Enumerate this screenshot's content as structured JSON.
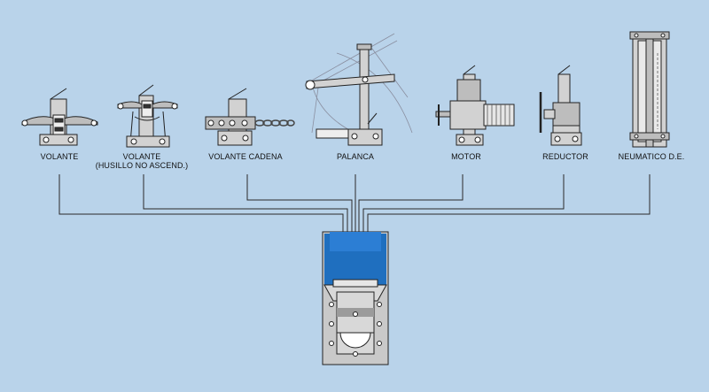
{
  "actuators": [
    {
      "id": "volante",
      "label": "VOLANTE",
      "sublabel": ""
    },
    {
      "id": "volante-husillo",
      "label": "VOLANTE",
      "sublabel": "(HUSILLO NO ASCEND.)"
    },
    {
      "id": "volante-cadena",
      "label": "VOLANTE CADENA",
      "sublabel": ""
    },
    {
      "id": "palanca",
      "label": "PALANCA",
      "sublabel": ""
    },
    {
      "id": "motor",
      "label": "MOTOR",
      "sublabel": ""
    },
    {
      "id": "reductor",
      "label": "REDUCTOR",
      "sublabel": ""
    },
    {
      "id": "neumatico",
      "label": "NEUMATICO D.E.",
      "sublabel": ""
    }
  ],
  "colors": {
    "background": "#b9d3ea",
    "connector_line": "#2a2a2a",
    "valve_blue": "#1f6fbf",
    "valve_body": "#c9c9c9",
    "metal": "#d2d2d2",
    "outline": "#222222"
  }
}
